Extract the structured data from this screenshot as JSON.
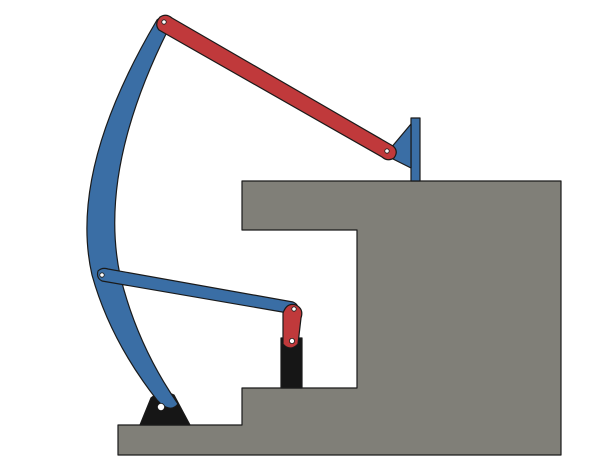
{
  "colors": {
    "background": "#ffffff",
    "ground": "#807f78",
    "blue_link": "#3a6ea5",
    "red_link": "#c0393b",
    "support": "#161616",
    "outline": "#1a1a1a",
    "pin": "#ffffff"
  },
  "components": [
    {
      "name": "ground-block",
      "kind": "stepped fixed frame",
      "color_key": "ground"
    },
    {
      "name": "curved-beam",
      "kind": "long curved blue link",
      "color_key": "blue_link"
    },
    {
      "name": "upper-red-link",
      "kind": "red coupler link",
      "color_key": "red_link"
    },
    {
      "name": "lower-blue-link",
      "kind": "straight blue link",
      "color_key": "blue_link"
    },
    {
      "name": "short-red-crank",
      "kind": "short red crank",
      "color_key": "red_link"
    },
    {
      "name": "pivot-support",
      "kind": "triangular ground pivot",
      "color_key": "support"
    },
    {
      "name": "crank-post",
      "kind": "black post on step",
      "color_key": "support"
    },
    {
      "name": "bracket-post",
      "kind": "blue post with gusset",
      "color_key": "blue_link"
    }
  ]
}
